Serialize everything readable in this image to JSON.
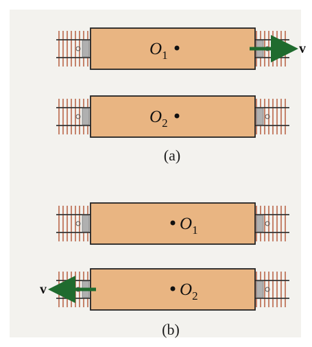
{
  "colors": {
    "background": "#f3f2ee",
    "car_fill": "#e9b582",
    "car_stroke": "#222222",
    "rail": "#333333",
    "tie": "#c5826a",
    "coupler": "#b0b0b0",
    "velocity_arrow": "#1f6b2e"
  },
  "panels": [
    {
      "caption": "(a)",
      "cars": [
        {
          "point": "O",
          "sub": "1",
          "dot_side": "right",
          "arrow": "right",
          "arrow_label": "v"
        },
        {
          "point": "O",
          "sub": "2",
          "dot_side": "right",
          "arrow": null,
          "arrow_label": ""
        }
      ]
    },
    {
      "caption": "(b)",
      "cars": [
        {
          "point": "O",
          "sub": "1",
          "dot_side": "left",
          "arrow": null,
          "arrow_label": ""
        },
        {
          "point": "O",
          "sub": "2",
          "dot_side": "left",
          "arrow": "left",
          "arrow_label": "v"
        }
      ]
    }
  ]
}
